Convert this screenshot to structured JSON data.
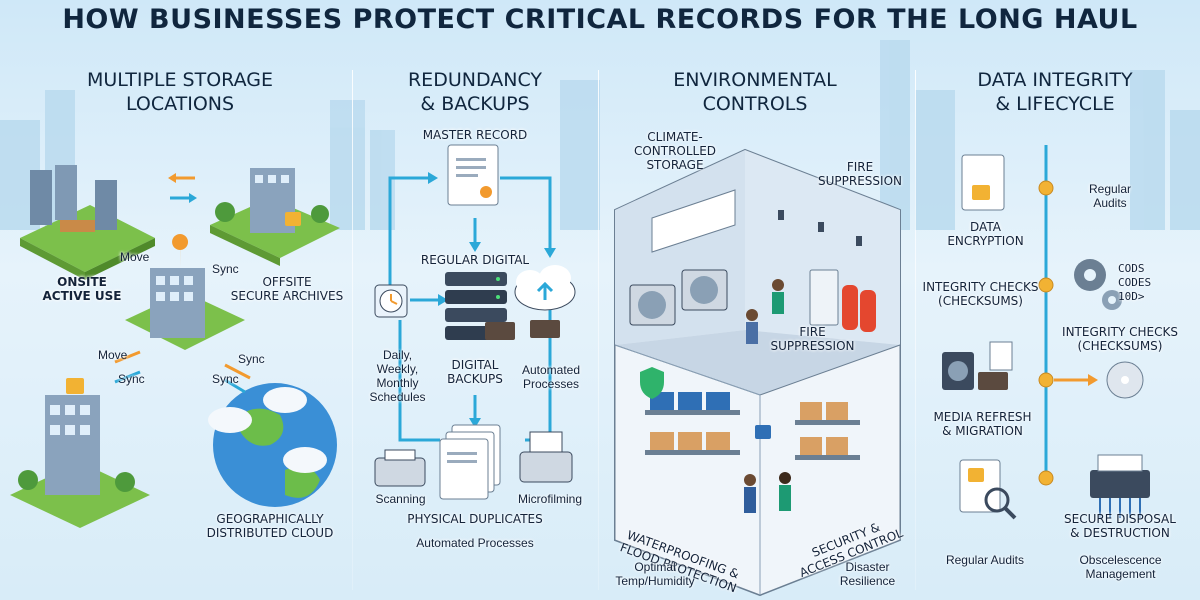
{
  "title": "HOW BUSINESSES PROTECT CRITICAL RECORDS FOR THE LONG HAUL",
  "colors": {
    "accent_blue": "#2ba8d8",
    "accent_orange": "#f29a2e",
    "grass": "#7cc04b",
    "building": "#8aa3bd",
    "fire_red": "#e4472f"
  },
  "columns": {
    "storage": {
      "title_line1": "MULTIPLE STORAGE",
      "title_line2": "LOCATIONS",
      "onsite_line1": "ONSITE",
      "onsite_line2": "ACTIVE USE",
      "offsite_line1": "OFFSITE",
      "offsite_line2": "SECURE ARCHIVES",
      "move_top": "Move",
      "sync_top": "Sync",
      "move_bottom": "Move",
      "sync_bottom_1": "Sync",
      "sync_bottom_2": "Sync",
      "sync_bottom_3": "Sync",
      "cloud_line1": "GEOGRAPHICALLY",
      "cloud_line2": "DISTRIBUTED CLOUD"
    },
    "redundancy": {
      "title_line1": "REDUNDANCY",
      "title_line2": "& BACKUPS",
      "master": "MASTER RECORD",
      "regular_digital": "REGULAR DIGITAL",
      "schedules": [
        "Daily,",
        "Weekly,",
        "Monthly",
        "Schedules"
      ],
      "digital_backups_line1": "DIGITAL",
      "digital_backups_line2": "BACKUPS",
      "automated_line1": "Automated",
      "automated_line2": "Processes",
      "scanning": "Scanning",
      "microfilming": "Microfilming",
      "physical": "PHYSICAL DUPLICATES",
      "automated_bottom": "Automated Processes"
    },
    "environment": {
      "title_line1": "ENVIRONMENTAL",
      "title_line2": "CONTROLS",
      "climate": [
        "CLIMATE-",
        "CONTROLLED",
        "STORAGE"
      ],
      "fire_top_line1": "FIRE",
      "fire_top_line2": "SUPPRESSION",
      "fire_mid_line1": "FIRE",
      "fire_mid_line2": "SUPPRESSION",
      "waterproof_line1": "WATERPROOFING &",
      "waterproof_line2": "FLOOD PROTECTION",
      "security_line1": "SECURITY &",
      "security_line2": "ACCESS CONTROL",
      "optimal_line1": "Optimal",
      "optimal_line2": "Temp/Humidity",
      "disaster_line1": "Disaster",
      "disaster_line2": "Resilience"
    },
    "integrity": {
      "title_line1": "DATA INTEGRITY",
      "title_line2": "& LIFECYCLE",
      "regular_audits_top_line1": "Regular",
      "regular_audits_top_line2": "Audits",
      "encryption_line1": "DATA",
      "encryption_line2": "ENCRYPTION",
      "checks_left_line1": "INTEGRITY CHECKS",
      "checks_left_line2": "(CHECKSUMS)",
      "codes": [
        "CODS",
        "CODES",
        "10D>"
      ],
      "checks_right_line1": "INTEGRITY CHECKS",
      "checks_right_line2": "(CHECKSUMS)",
      "refresh_line1": "MEDIA REFRESH",
      "refresh_line2": "& MIGRATION",
      "disposal_line1": "SECURE DISPOSAL",
      "disposal_line2": "& DESTRUCTION",
      "regular_audits_bottom": "Regular Audits",
      "obsolescence_line1": "Obscelescence",
      "obsolescence_line2": "Management"
    }
  }
}
